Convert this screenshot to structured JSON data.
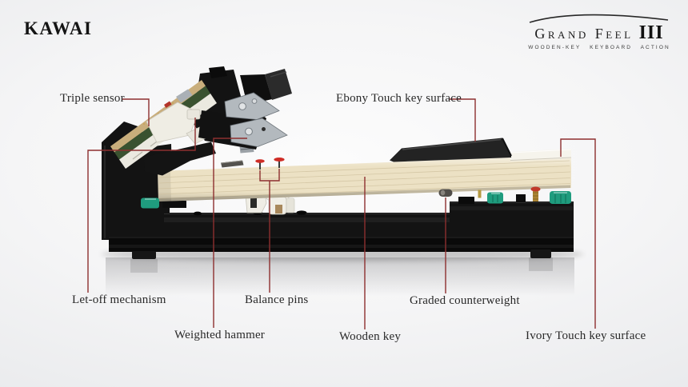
{
  "brand": {
    "kawai": "KAWAI",
    "product_name": "Grand Feel",
    "product_numeral": "III",
    "tagline": "WOODEN-KEY KEYBOARD ACTION"
  },
  "callouts": {
    "triple_sensor": "Triple sensor",
    "ebony_surface": "Ebony Touch key surface",
    "letoff": "Let-off mechanism",
    "balance_pins": "Balance pins",
    "weighted_hammer": "Weighted hammer",
    "wooden_key": "Wooden key",
    "graded_counterweight": "Graded counterweight",
    "ivory_surface": "Ivory Touch key surface"
  },
  "colors": {
    "callout_line": "#8d2f2f",
    "pin_highlight": "#cf2d26",
    "wood": "#ece1c4",
    "ebony": "#232323",
    "ivory": "#f6f4ec",
    "felt_green": "#1f9c7e",
    "base_black": "#131313",
    "hammer_silver": "#b3b9be"
  }
}
